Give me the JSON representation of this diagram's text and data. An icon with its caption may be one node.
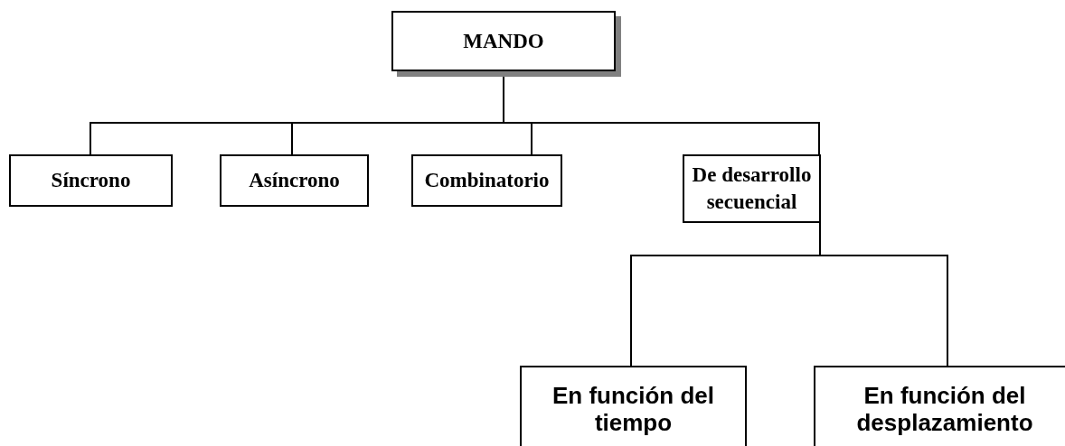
{
  "diagram": {
    "nodes": [
      {
        "text": [
          "MANDO"
        ]
      },
      {
        "text": [
          "Síncrono"
        ]
      },
      {
        "text": [
          "Asíncrono"
        ]
      },
      {
        "text": [
          "Combinatorio"
        ]
      },
      {
        "text": [
          "De desarrollo secuencial"
        ]
      },
      {
        "text": [
          "En función del tiempo"
        ]
      },
      {
        "text": [
          "En función del desplazamiento"
        ]
      }
    ],
    "edges": [
      {
        "from": 0,
        "to": 1,
        "arrow": "none"
      },
      {
        "from": 0,
        "to": 2,
        "arrow": "none"
      },
      {
        "from": 0,
        "to": 3,
        "arrow": "none"
      },
      {
        "from": 0,
        "to": 4,
        "arrow": "none"
      },
      {
        "from": 4,
        "to": 5,
        "arrow": "none"
      },
      {
        "from": 4,
        "to": 6,
        "arrow": "none"
      }
    ]
  }
}
